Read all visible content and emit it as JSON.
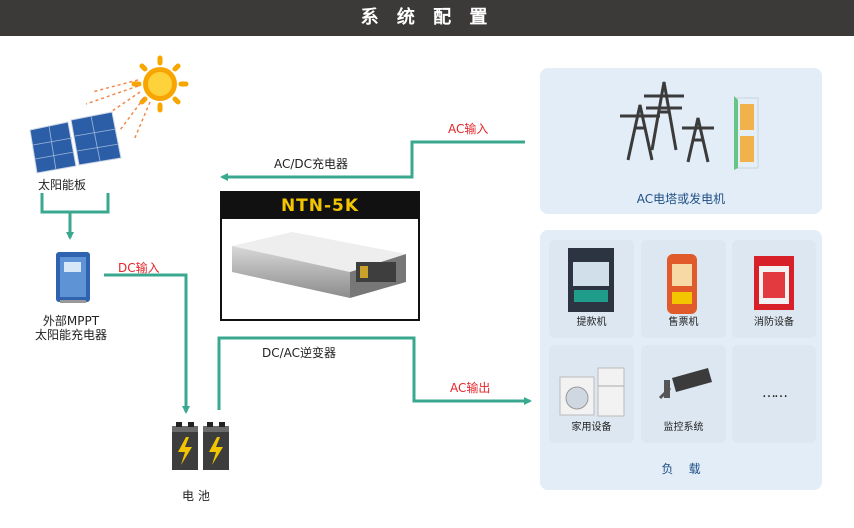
{
  "header": {
    "title": "系 统 配 置"
  },
  "solar": {
    "label": "太阳能板"
  },
  "mppt": {
    "label_line1": "外部MPPT",
    "label_line2": "太阳能充电器"
  },
  "battery": {
    "label": "电  池"
  },
  "flows": {
    "dc_in": "DC输入",
    "ac_in": "AC输入",
    "acdc_charger": "AC/DC充电器",
    "dcac_inverter": "DC/AC逆变器",
    "ac_out": "AC输出"
  },
  "product": {
    "model": "NTN-5K"
  },
  "grid": {
    "label": "AC电塔或发电机"
  },
  "loads": {
    "items": [
      {
        "label": "提款机",
        "icon": "atm-icon"
      },
      {
        "label": "售票机",
        "icon": "ticket-machine-icon"
      },
      {
        "label": "消防设备",
        "icon": "fire-equipment-icon"
      },
      {
        "label": "家用设备",
        "icon": "home-appliance-icon"
      },
      {
        "label": "监控系统",
        "icon": "cctv-camera-icon"
      },
      {
        "label": "……",
        "icon": "more-icon"
      }
    ],
    "title": "负    载"
  },
  "colors": {
    "arrow": "#3aa88f",
    "accent_red": "#e2262b",
    "header_bg": "#3c3a39",
    "model_text": "#f2c500"
  }
}
